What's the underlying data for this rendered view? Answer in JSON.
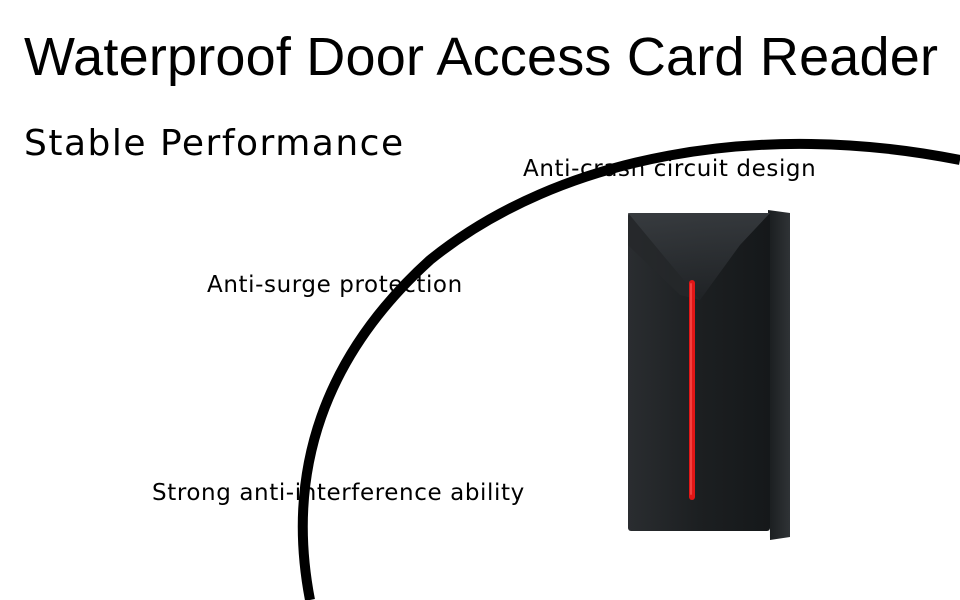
{
  "title": "Waterproof Door Access Card Reader",
  "subtitle": "Stable Performance",
  "features": [
    "Anti-crash circuit design",
    "Anti-surge protection",
    "Strong anti-interference ability"
  ],
  "device": {
    "icon": "card-reader-image",
    "body_color": "#1f2224",
    "indicator_color": "#e11616"
  },
  "colors": {
    "background": "#ffffff",
    "text": "#000000",
    "arc": "#000000"
  }
}
